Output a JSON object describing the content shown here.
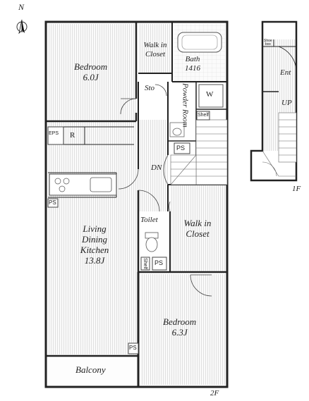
{
  "compass": {
    "label": "N"
  },
  "rooms": {
    "bedroom_top": {
      "name": "Bedroom",
      "size": "6.0J"
    },
    "walk_in_closet_top": {
      "line1": "Walk in",
      "line2": "Closet"
    },
    "bath": {
      "name": "Bath",
      "size": "1416"
    },
    "sto": {
      "label": "Sto"
    },
    "powder_room": {
      "label": "Powder Room"
    },
    "washer": {
      "label": "W"
    },
    "shelf_top": {
      "label": "Shelf"
    },
    "ps_mid": {
      "label": "PS"
    },
    "eps": {
      "label": "EPS"
    },
    "fridge": {
      "label": "R"
    },
    "dn": {
      "label": "DN"
    },
    "ps_kitchen": {
      "label": "PS"
    },
    "ldk": {
      "line1": "Living",
      "line2": "Dining",
      "line3": "Kitchen",
      "size": "13.8J"
    },
    "toilet": {
      "label": "Toilet"
    },
    "walk_in_closet_mid": {
      "line1": "Walk in",
      "line2": "Closet"
    },
    "shelf_toilet": {
      "label": "Shelf"
    },
    "ps_toilet": {
      "label": "PS"
    },
    "bedroom_bottom": {
      "name": "Bedroom",
      "size": "6.3J"
    },
    "ps_bottom": {
      "label": "PS"
    },
    "balcony": {
      "label": "Balcony"
    },
    "ent": {
      "label": "Ent"
    },
    "up": {
      "label": "UP"
    },
    "shoe": {
      "line1": "Shoe",
      "line2": "box"
    }
  },
  "floors": {
    "second": "2F",
    "first": "1F"
  }
}
